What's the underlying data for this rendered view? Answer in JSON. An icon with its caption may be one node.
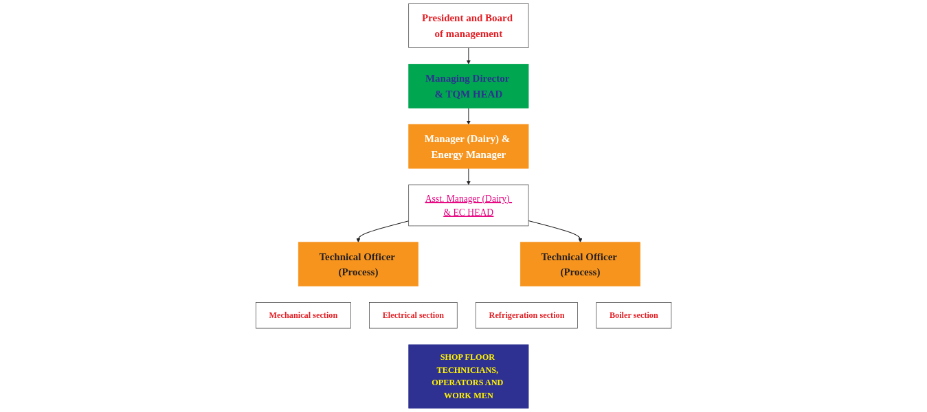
{
  "diagram": {
    "nodes": [
      {
        "text": [
          "President and Board of management"
        ]
      },
      {
        "text": [
          "Managing Director & TQM HEAD"
        ]
      },
      {
        "text": [
          "Manager (Dairy) & Energy Manager"
        ]
      },
      {
        "text": [
          "Asst. Manager (Dairy) & EC HEAD"
        ]
      },
      {
        "text": [
          "Technical Officer (Process)"
        ]
      },
      {
        "text": [
          "Technical Officer (Process)"
        ]
      },
      {
        "text": [
          "Mechanical section"
        ]
      },
      {
        "text": [
          "Electrical section"
        ]
      },
      {
        "text": [
          "Refrigeration section"
        ]
      },
      {
        "text": [
          "Boiler section"
        ]
      },
      {
        "text": [
          "SHOP FLOOR TECHNICIANS, OPERATORS AND WORK MEN"
        ]
      }
    ],
    "edges": [
      {
        "from": 0,
        "to": 1,
        "arrow": "to"
      },
      {
        "from": 1,
        "to": 2,
        "arrow": "to"
      },
      {
        "from": 2,
        "to": 3,
        "arrow": "to"
      },
      {
        "from": 3,
        "to": 4,
        "arrow": "to"
      },
      {
        "from": 3,
        "to": 5,
        "arrow": "to"
      }
    ]
  }
}
